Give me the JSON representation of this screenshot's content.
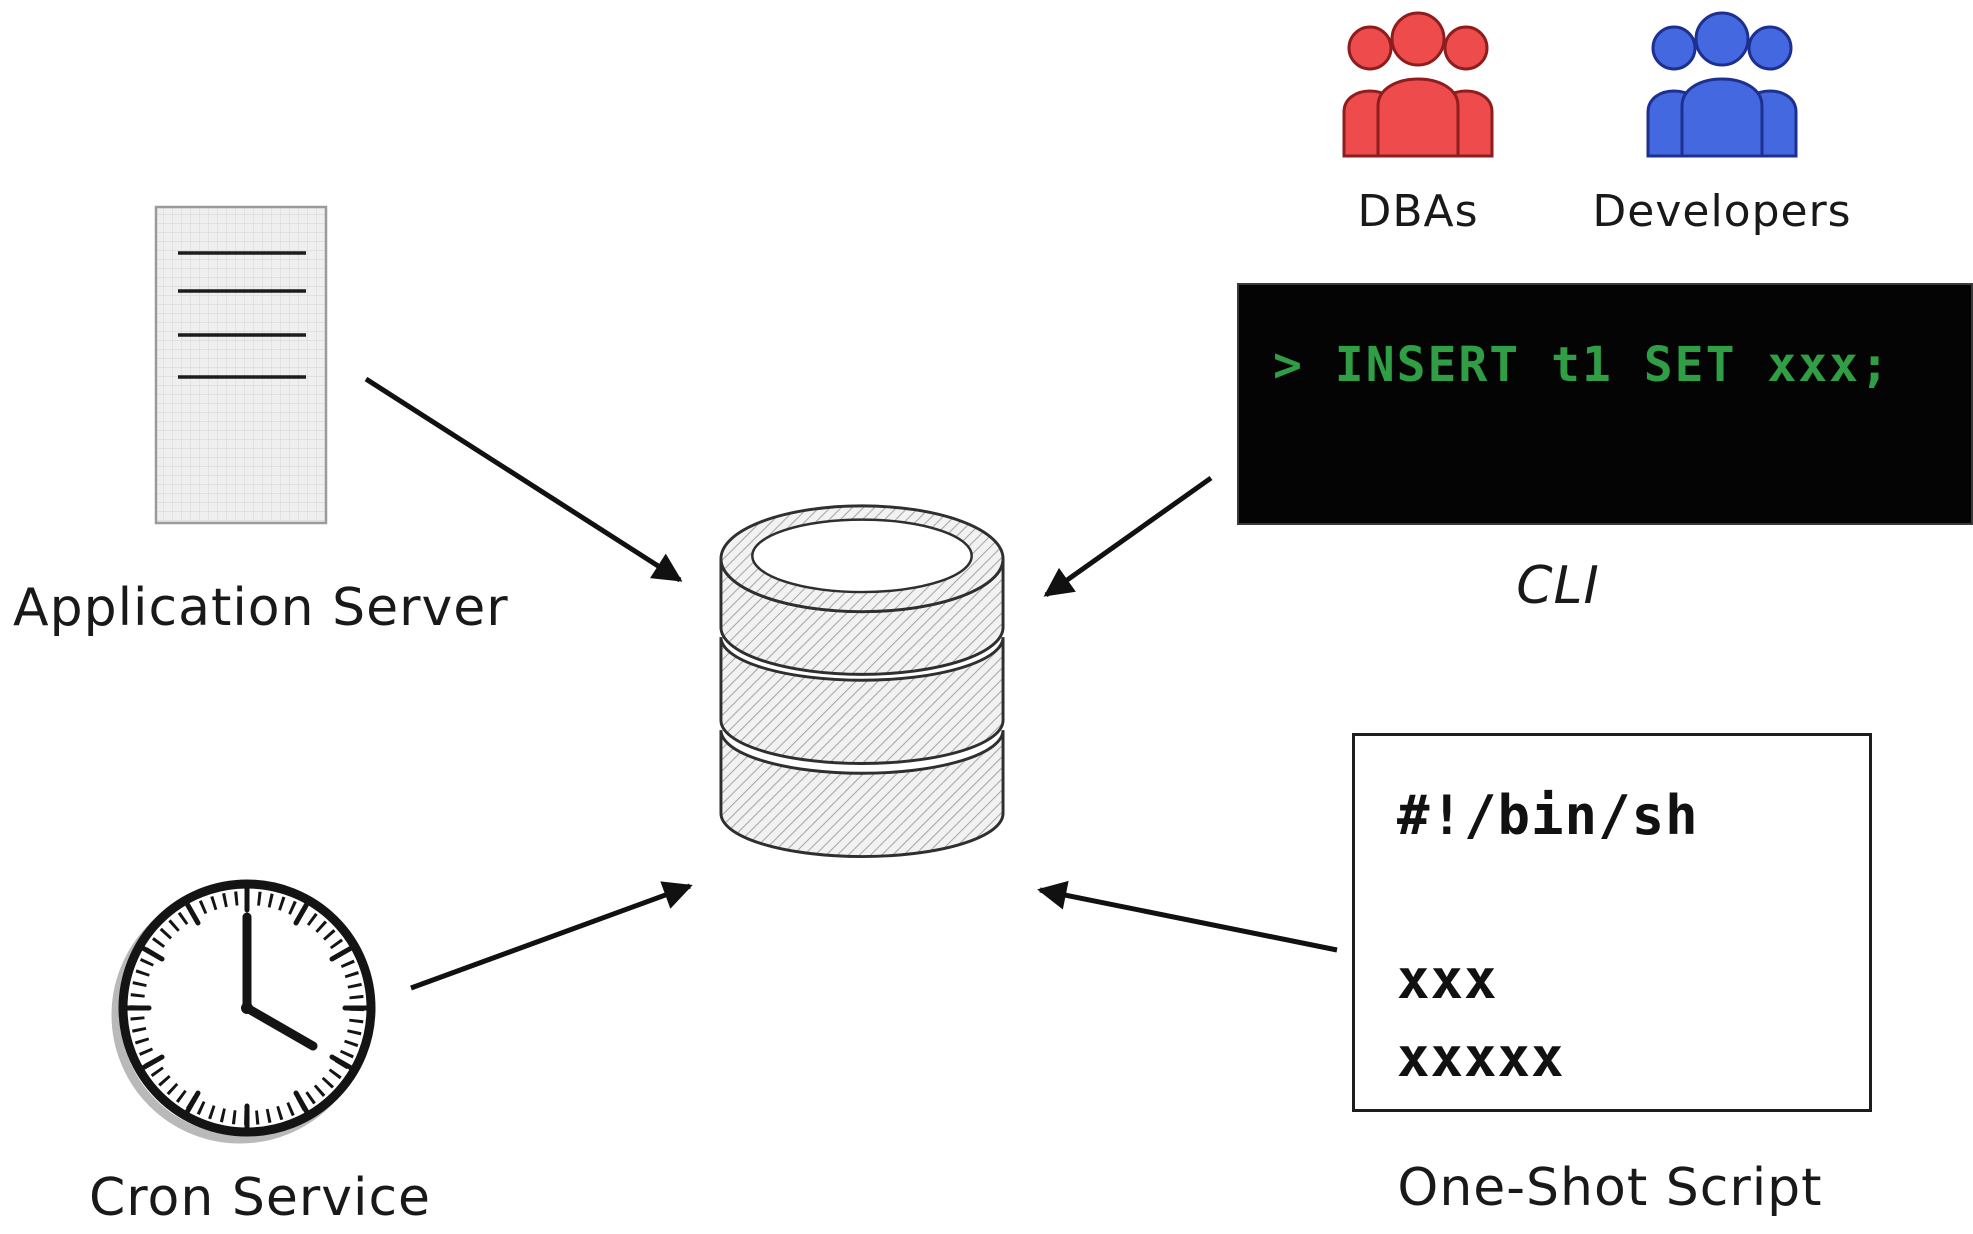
{
  "diagram_type": "database-access-architecture",
  "colors": {
    "ink": "#111111",
    "dbas_red": "#ee4c4c",
    "developers_blue": "#4468e0",
    "terminal_bg": "#040404",
    "terminal_green": "#2f9e44",
    "cylinder_fill": "#f2f2f2",
    "cylinder_hatch": "#a8a8a8"
  },
  "nodes": {
    "application_server": {
      "label": "Application Server"
    },
    "cron_service": {
      "label": "Cron Service"
    },
    "dbas": {
      "label": "DBAs"
    },
    "developers": {
      "label": "Developers"
    },
    "cli": {
      "label": "CLI",
      "command": "> INSERT t1 SET xxx;"
    },
    "one_shot_script": {
      "label": "One-Shot Script",
      "shebang": "#!/bin/sh",
      "body_line_1": "xxx",
      "body_line_2": "xxxxx"
    },
    "database": {
      "role": "central database"
    }
  },
  "edges": [
    {
      "from": "application_server",
      "to": "database"
    },
    {
      "from": "cron_service",
      "to": "database"
    },
    {
      "from": "cli",
      "to": "database"
    },
    {
      "from": "one_shot_script",
      "to": "database"
    }
  ]
}
